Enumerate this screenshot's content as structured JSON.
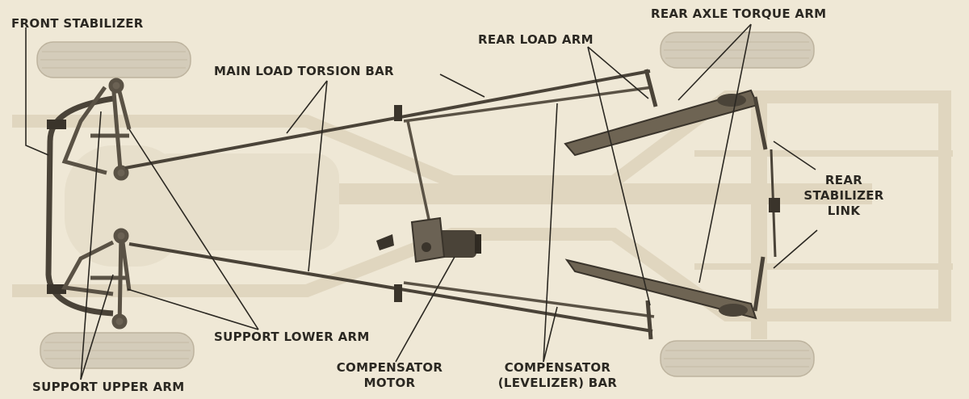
{
  "labels": {
    "front_stabilizer": "FRONT STABILIZER",
    "main_load_torsion_bar": "MAIN LOAD TORSION BAR",
    "rear_load_arm": "REAR LOAD ARM",
    "rear_axle_torque_arm": "REAR AXLE TORQUE ARM",
    "rear_stabilizer_link": [
      "REAR",
      "STABILIZER",
      "LINK"
    ],
    "support_lower_arm": "SUPPORT LOWER ARM",
    "support_upper_arm": "SUPPORT UPPER ARM",
    "compensator_motor": [
      "COMPENSATOR",
      "MOTOR"
    ],
    "compensator_levelizer_bar": [
      "COMPENSATOR",
      "(LEVELIZER) BAR"
    ]
  },
  "colors": {
    "paper": "#efe8d6",
    "frame_ghost": "#e2d9c3",
    "ink": "#2b2822",
    "tire": "#d4ccba",
    "metal_dark": "#4a4338",
    "metal_light": "#b8ad98"
  }
}
